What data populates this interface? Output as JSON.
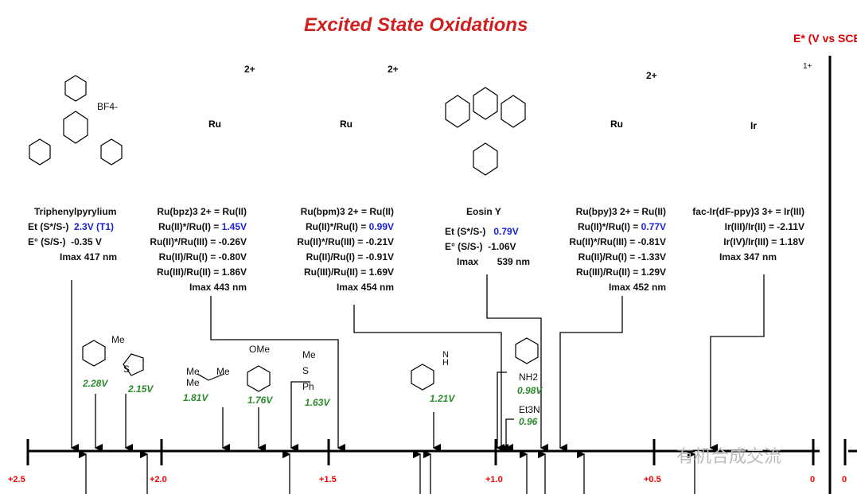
{
  "title": "Excited State Oxidations",
  "axis_title": "E* (V vs SCE",
  "axis_ticks": [
    "+2.5",
    "+2.0",
    "+1.5",
    "+1.0",
    "+0.5",
    "0",
    "0"
  ],
  "catalysts": [
    {
      "name": "Triphenylpyrylium",
      "counterion": "BF4-",
      "lines": [
        "Et (S*/S-)",
        "E° (S/S-)",
        "Imax"
      ],
      "values": [
        "2.3V (T1)",
        "-0.35 V",
        "417 nm"
      ]
    },
    {
      "name": "Ru(bpz)3 2+ = Ru(II)",
      "charge": "2+",
      "lines": [
        "Ru(II)*/Ru(I) = ",
        "Ru(II)*/Ru(III) = -0.26V",
        "Ru(II)/Ru(I) = -0.80V",
        "Ru(III)/Ru(II) = 1.86V",
        "Imax 443 nm"
      ],
      "highlight": "1.45V"
    },
    {
      "name": "Ru(bpm)3 2+ = Ru(II)",
      "charge": "2+",
      "lines": [
        "Ru(II)*/Ru(I) = ",
        "Ru(II)*/Ru(III) = -0.21V",
        "Ru(II)/Ru(I) = -0.91V",
        "Ru(III)/Ru(II) = 1.69V",
        "Imax 454 nm"
      ],
      "highlight": "0.99V"
    },
    {
      "name": "Eosin Y",
      "lines": [
        "Et (S*/S-)",
        "E° (S/S-)",
        "Imax"
      ],
      "values": [
        "0.79V",
        "-1.06V",
        "539 nm"
      ]
    },
    {
      "name": "Ru(bpy)3 2+ = Ru(II)",
      "charge": "2+",
      "lines": [
        "Ru(II)*/Ru(I) = ",
        "Ru(II)*/Ru(III) = -0.81V",
        "Ru(II)/Ru(I) = -1.33V",
        "Ru(III)/Ru(II) = 1.29V",
        "Imax 452 nm"
      ],
      "highlight": "0.77V"
    },
    {
      "name": "fac-Ir(dF-ppy)3 3+ = Ir(III)",
      "charge": "1+",
      "lines": [
        "Ir(III)/Ir(II) = -2.11V",
        "Ir(IV)/Ir(III) = 1.18V",
        "Imax 347 nm"
      ]
    }
  ],
  "substrates": [
    {
      "label": "Me",
      "value": "2.28V"
    },
    {
      "label": "S",
      "value": "2.15V"
    },
    {
      "label": "Me Me Me",
      "value": "1.81V"
    },
    {
      "label": "OMe",
      "value": "1.76V"
    },
    {
      "label": "Me S Ph",
      "value": "1.63V"
    },
    {
      "label": "N H",
      "value": "1.21V"
    },
    {
      "label": "NH2",
      "value": "0.98V"
    },
    {
      "label": "Et3N",
      "value": "0.96"
    }
  ],
  "watermark": "有机合成交流"
}
